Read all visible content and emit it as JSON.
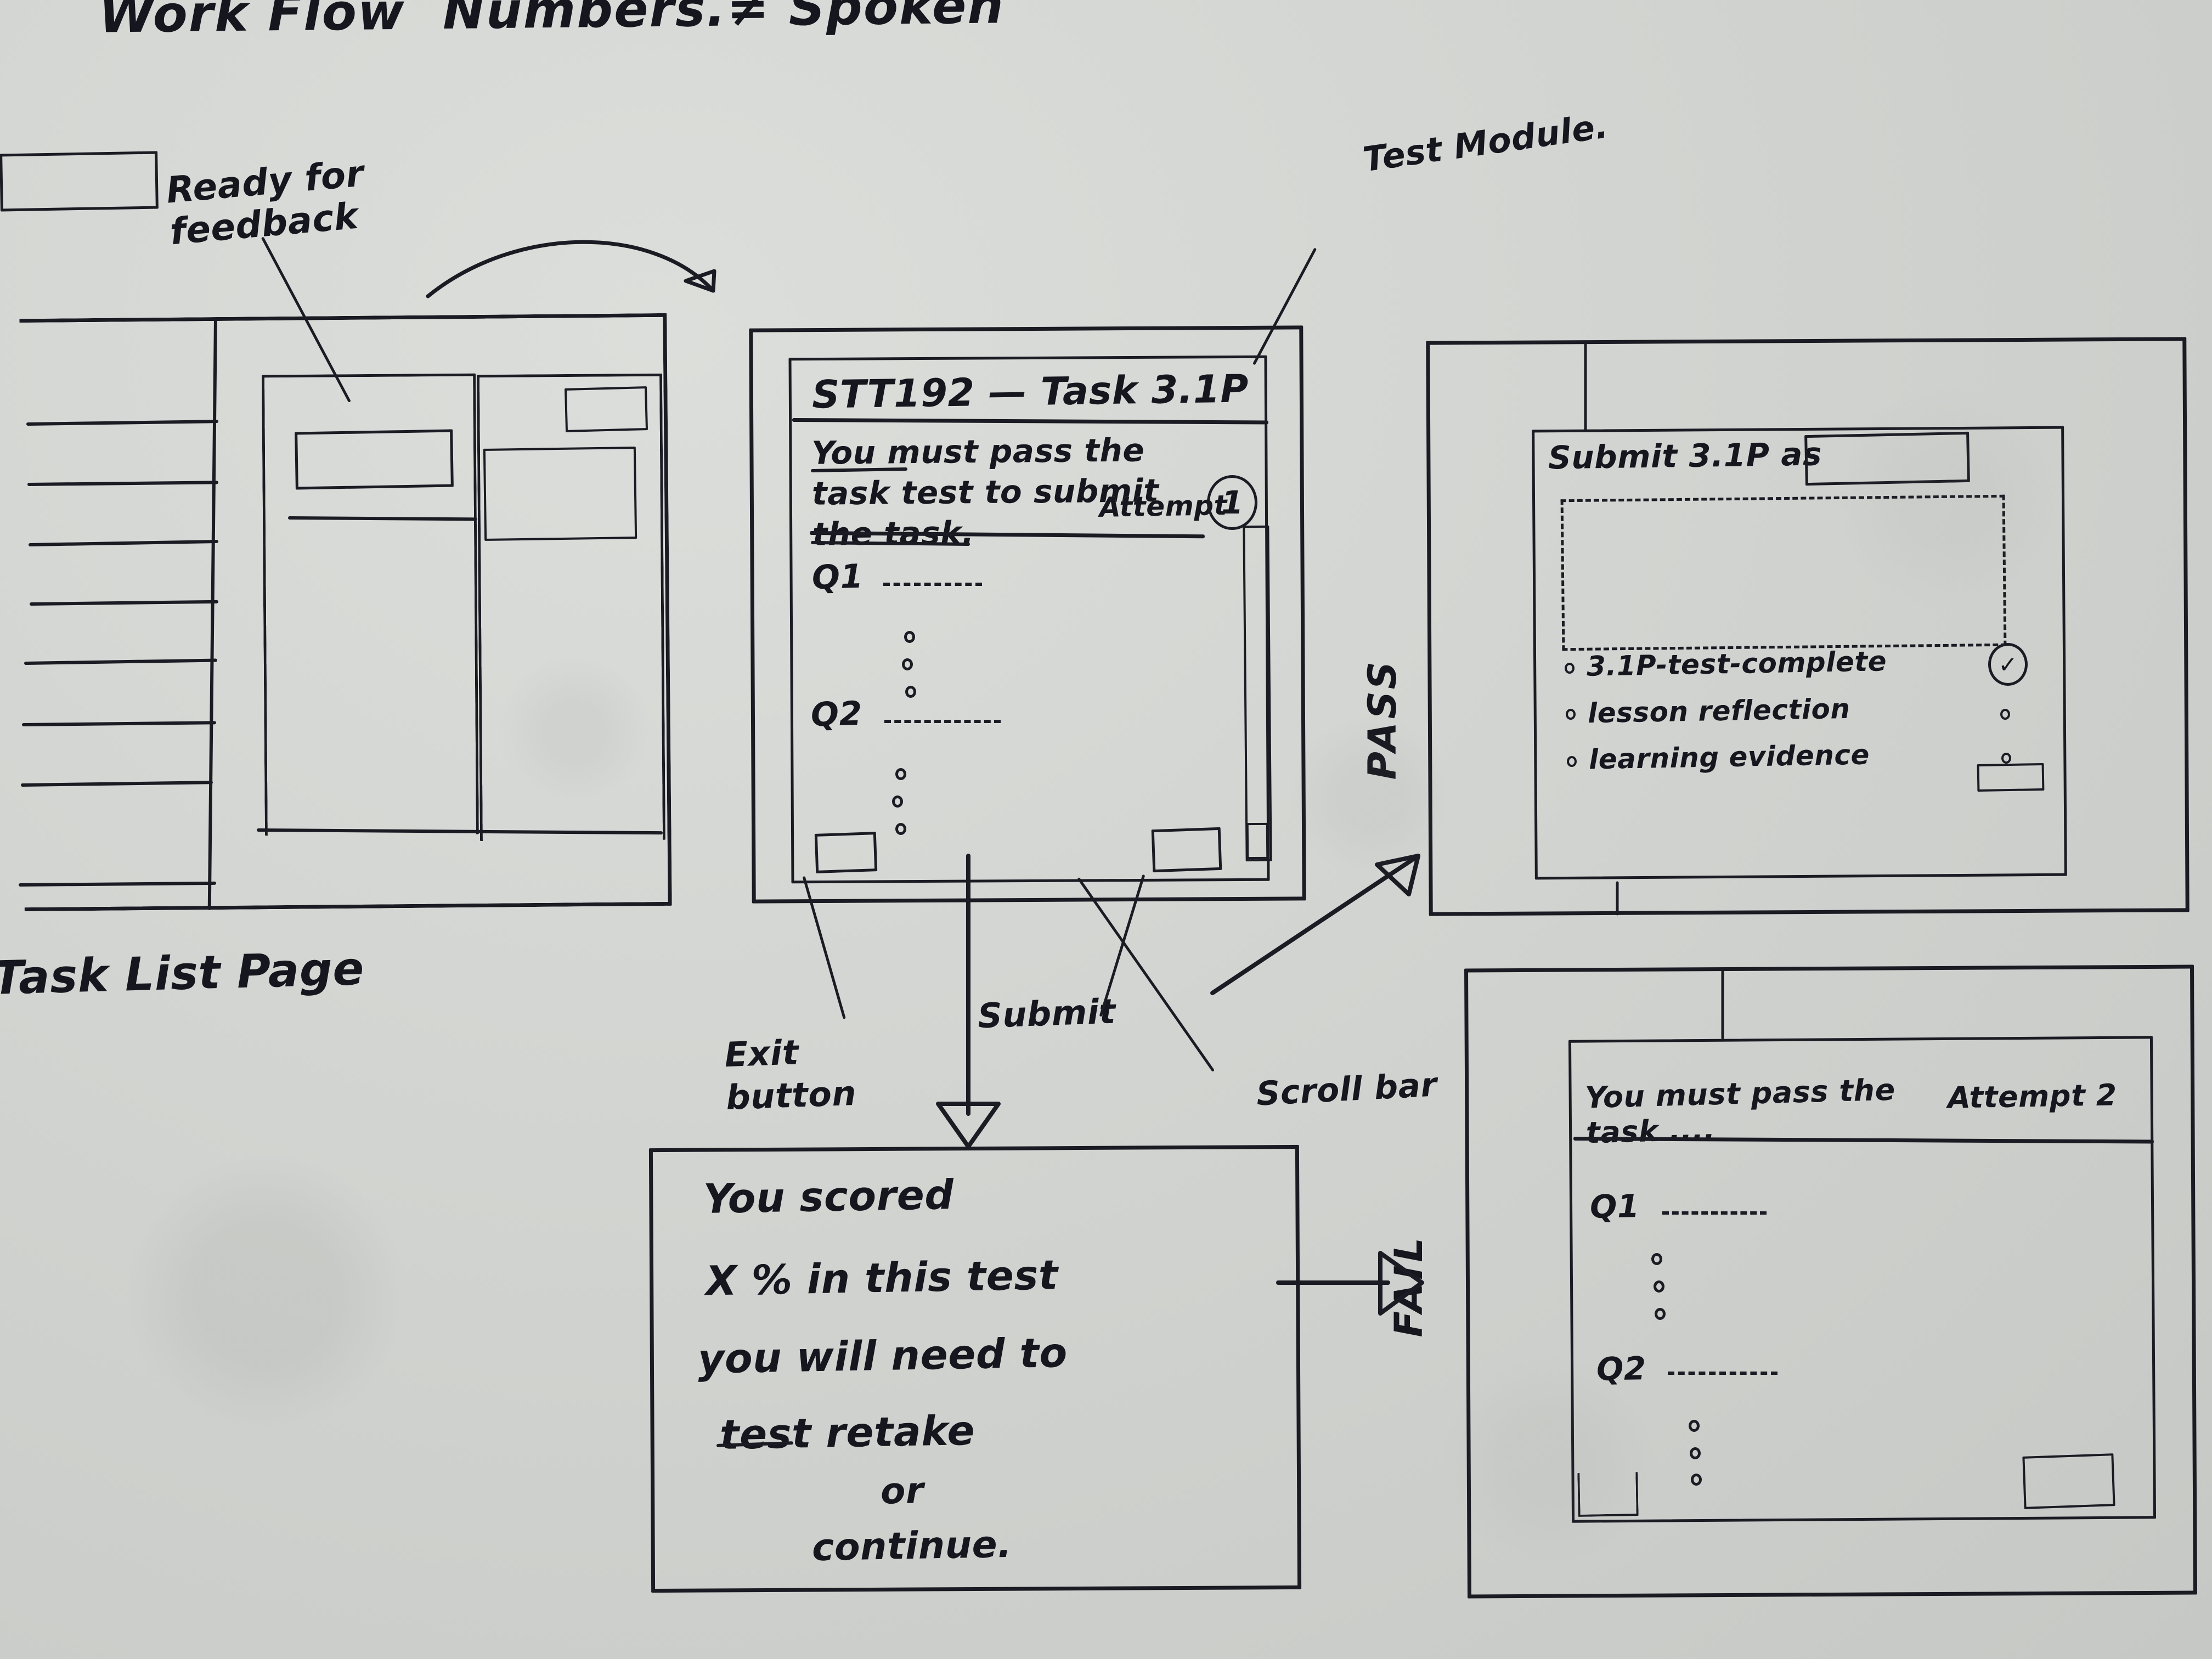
{
  "board": {
    "background_color": "#d2d4d1",
    "ink_color": "#1b1b24",
    "title_partial": "Work Flow  Numbers.≠ Spoken"
  },
  "annotations": {
    "ready_for_feedback": "Ready for\nfeedback",
    "test_module": "Test Module.",
    "task_list_page": "Task List Page",
    "exit_button": "Exit\nbutton",
    "submit": "Submit",
    "scroll_bar": "Scroll bar",
    "pass": "PASS",
    "fail": "FAIL"
  },
  "task_list_page": {
    "sidebar_row_count": 8,
    "main_panel": {
      "top_box": true,
      "divider": true
    },
    "right_panel": {
      "small_box": true,
      "large_box": true
    }
  },
  "test_module": {
    "title": "STT192 — Task 3.1P",
    "instruction": "You must pass the\ntask test to submit\nthe task.",
    "instruction_struck_word": "task",
    "attempt_label": "Attempt",
    "attempt_number": "1",
    "questions": [
      {
        "label": "Q1",
        "option_count": 3
      },
      {
        "label": "Q2",
        "option_count": 3
      }
    ],
    "buttons": [
      {
        "name": "exit",
        "position": "bottom-left"
      },
      {
        "name": "submit",
        "position": "bottom-right"
      }
    ],
    "scrollbar": {
      "orientation": "vertical",
      "position": "right"
    }
  },
  "submit_panel": {
    "heading": "Submit 3.1P as",
    "input_value": "",
    "dropzone": {
      "style": "dashed",
      "label": ""
    },
    "checklist": [
      {
        "label": "3.1P-test-complete",
        "status": "checked",
        "mark": "✓"
      },
      {
        "label": "lesson reflection",
        "status": "unchecked",
        "mark": ""
      },
      {
        "label": "learning evidence",
        "status": "unchecked",
        "mark": ""
      }
    ],
    "action_button": {
      "name": "confirm",
      "position": "bottom-right"
    }
  },
  "score_dialog": {
    "lines": [
      "You scored",
      "X % in this test",
      "you will need to",
      "test retake",
      "or",
      "continue."
    ],
    "struck_word": "test"
  },
  "retry_panel": {
    "instruction": "You must pass the\ntask ....",
    "attempt_label": "Attempt 2",
    "questions": [
      {
        "label": "Q1",
        "option_count": 3
      },
      {
        "label": "Q2",
        "option_count": 3
      }
    ],
    "buttons": [
      {
        "name": "exit",
        "position": "bottom-left"
      },
      {
        "name": "submit",
        "position": "bottom-right"
      }
    ]
  }
}
